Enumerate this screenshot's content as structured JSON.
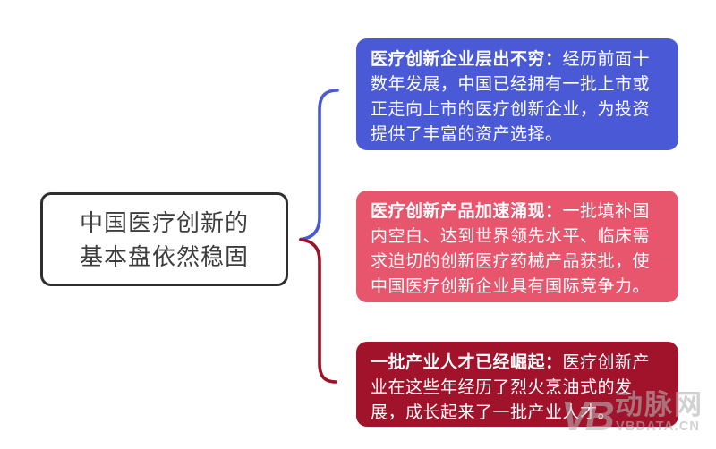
{
  "root": {
    "lines": [
      "中国医疗创新的",
      "基本盘依然稳固"
    ]
  },
  "branches": [
    {
      "title": "医疗创新企业层出不穷：",
      "body": "经历前面十数年发展，中国已经拥有一批上市或正走向上市的医疗创新企业，为投资提供了丰富的资产选择。",
      "color": "#4a5ad6"
    },
    {
      "title": "医疗创新产品加速涌现：",
      "body": "一批填补国内空白、达到世界领先水平、临床需求迫切的创新医疗药械产品获批，使中国医疗创新企业具有国际竞争力。",
      "color": "#e8566e"
    },
    {
      "title": "一批产业人才已经崛起：",
      "body": "医疗创新产业在这些年经历了烈火烹油式的发展，成长起来了一批产业人才。",
      "color": "#a1122b"
    }
  ],
  "connector": {
    "top_color": "#4a5ad6",
    "bottom_color": "#9c1226"
  },
  "watermark": {
    "logo": "VB",
    "brand": "动脉网",
    "site": "VBDATA.CN"
  }
}
